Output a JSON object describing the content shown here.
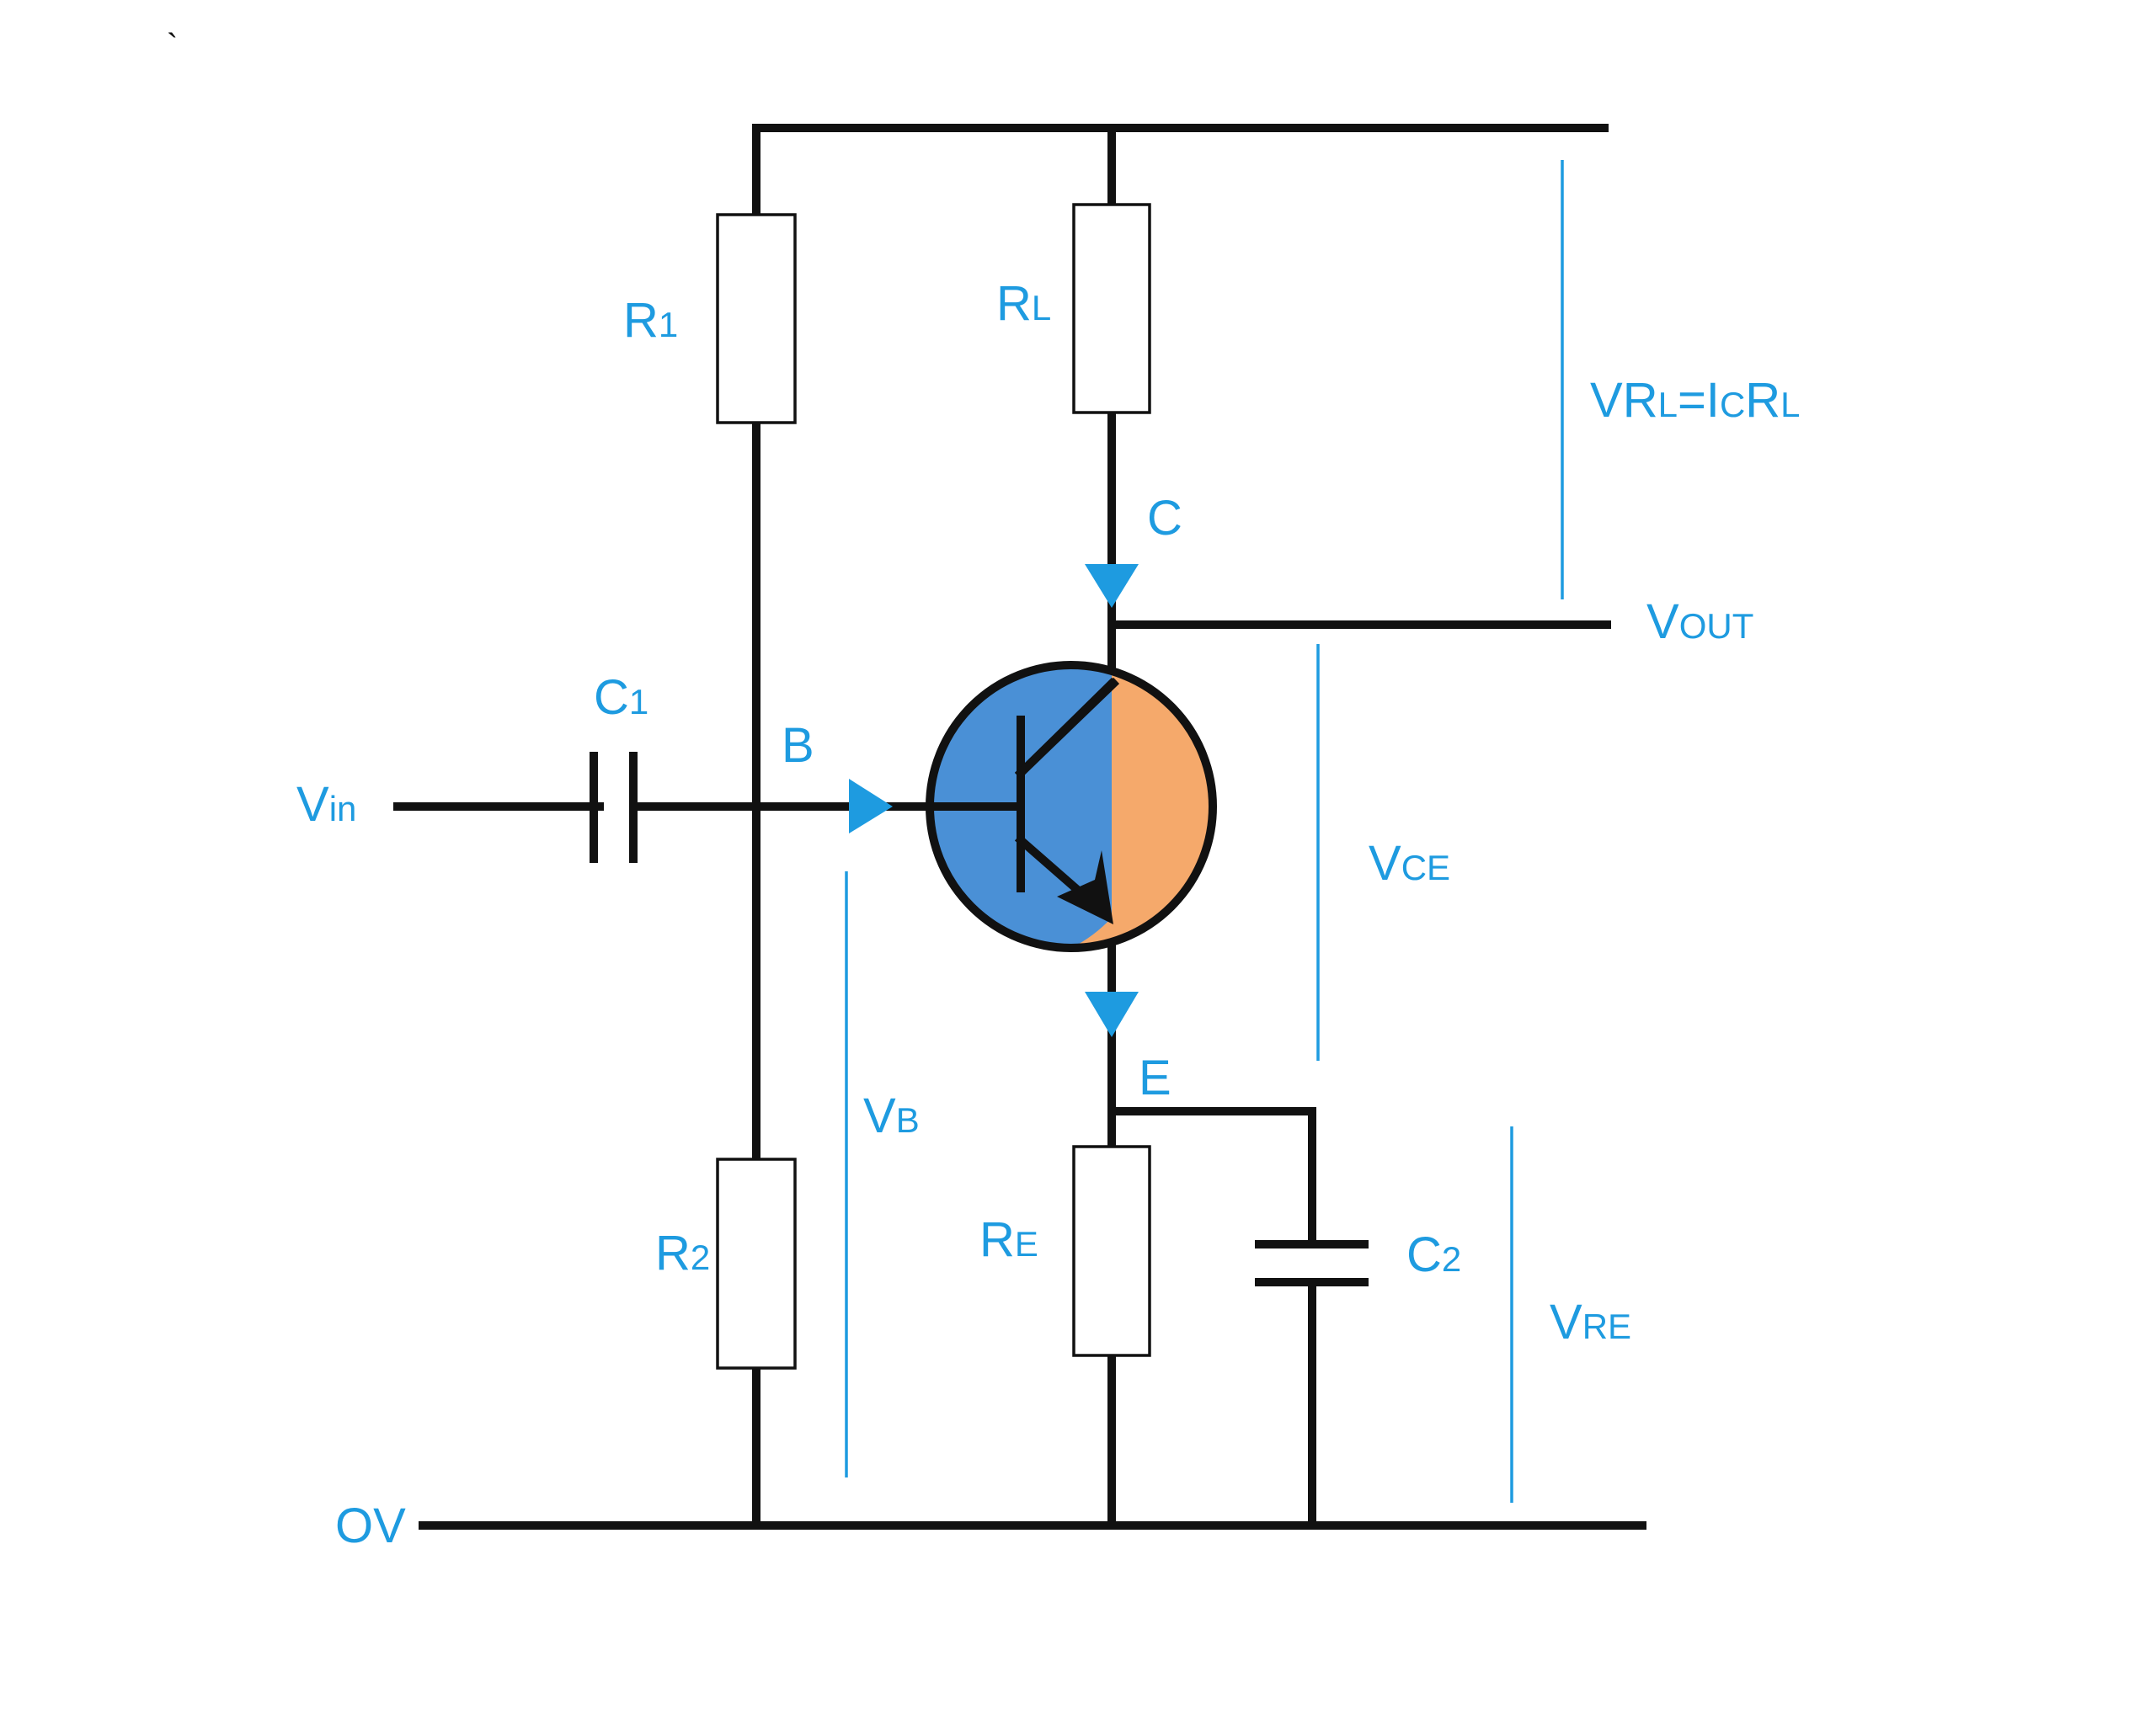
{
  "labels": {
    "r1": {
      "main": "R",
      "sub": "1"
    },
    "rl": {
      "main": "R",
      "sub": "L"
    },
    "vrl": {
      "v": "V",
      "r": "R",
      "l": "L",
      "eq": "=I",
      "c": "C",
      "r2": "R",
      "l2": "L"
    },
    "c_node": "C",
    "vout": {
      "main": "V",
      "sub": "OUT"
    },
    "c1": {
      "main": "C",
      "sub": "1"
    },
    "b_node": "B",
    "vin": {
      "main": "V",
      "sub": "in"
    },
    "vce": {
      "main": "V",
      "sub": "CE"
    },
    "e_node": "E",
    "vb": {
      "main": "V",
      "sub": "B"
    },
    "r2": {
      "main": "R",
      "sub": "2"
    },
    "re": {
      "main": "R",
      "sub": "E"
    },
    "c2": {
      "main": "C",
      "sub": "2"
    },
    "vre": {
      "main": "V",
      "sub": "RE"
    },
    "ov": "OV",
    "stray_mark": "`"
  },
  "colors": {
    "label": "#1e9be0",
    "wire": "#111111",
    "transistor_base_side": "#4a90d6",
    "transistor_collector_side": "#f5a96b"
  }
}
